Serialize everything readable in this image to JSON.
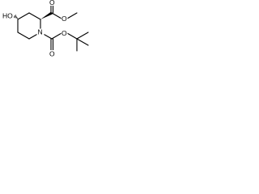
{
  "molecule": {
    "atoms": {
      "hydroxyl": "HO",
      "ester_carbonyl_o": "O",
      "ester_ether_o": "O",
      "ring_nitrogen": "N",
      "boc_carbonyl_o": "O",
      "boc_ether_o": "O"
    },
    "colors": {
      "bond": "#000000",
      "label": "#000000",
      "background": "#ffffff"
    }
  }
}
